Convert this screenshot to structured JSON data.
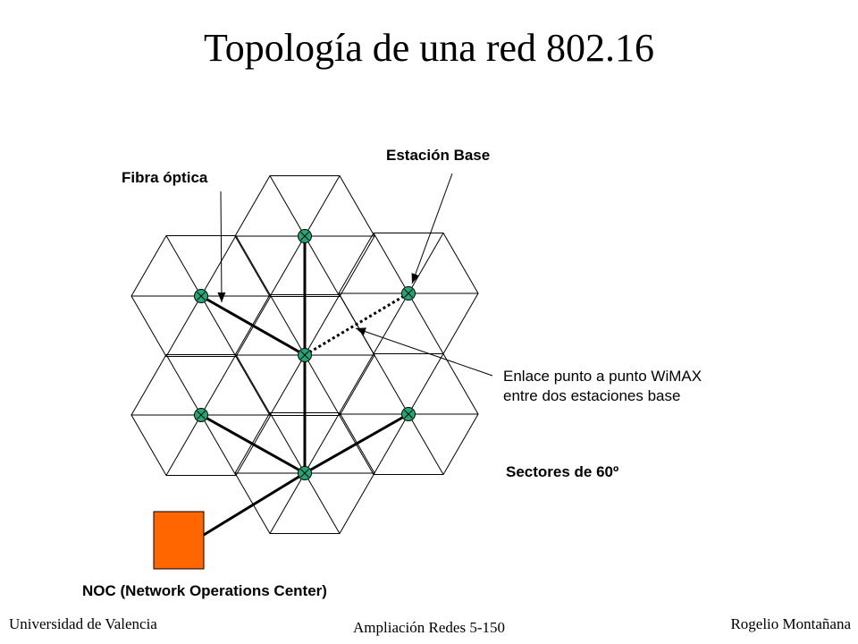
{
  "title": "Topología de una red 802.16",
  "labels": {
    "fibra_optica": "Fibra óptica",
    "estacion_base": "Estación Base",
    "enlace_line1": "Enlace punto a punto WiMAX",
    "enlace_line2": "entre dos estaciones base",
    "sectores": "Sectores de 60º",
    "noc": "NOC (Network Operations Center)"
  },
  "footer": {
    "left": "Universidad de Valencia",
    "center": "Ampliación Redes 5-150",
    "right": "Rogelio Montañana"
  },
  "colors": {
    "station_fill": "#22a877",
    "noc_fill": "#ff6600",
    "line": "#000000",
    "grid_line": "#000000"
  }
}
